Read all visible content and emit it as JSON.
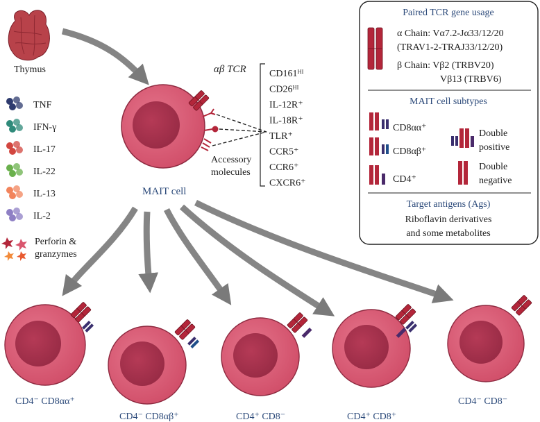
{
  "thymus_label": "Thymus",
  "mait_label": "MAIT cell",
  "tcr_label": "αβ TCR",
  "accessory_label_1": "Accessory",
  "accessory_label_2": "molecules",
  "markers": [
    "CD161ᴴᴵ",
    "CD26ᴴᴵ",
    "IL-12R⁺",
    "IL-18R⁺",
    "TLR⁺",
    "CCR5⁺",
    "CCR6⁺",
    "CXCR6⁺"
  ],
  "legend": [
    {
      "label": "TNF",
      "color": "#2e3b6e"
    },
    {
      "label": "IFN-γ",
      "color": "#2f8a7a"
    },
    {
      "label": "IL-17",
      "color": "#d2463f"
    },
    {
      "label": "IL-22",
      "color": "#6ab04c"
    },
    {
      "label": "IL-13",
      "color": "#f2845c"
    },
    {
      "label": "IL-2",
      "color": "#8e7fc4"
    }
  ],
  "perforin_label_1": "Perforin &",
  "perforin_label_2": "granzymes",
  "box": {
    "title_tcr": "Paired TCR gene usage",
    "alpha_line1": "α Chain: Vα7.2-Jα33/12/20",
    "alpha_line2": "(TRAV1-2-TRAJ33/12/20)",
    "beta_line1": "β Chain: Vβ2 (TRBV20)",
    "beta_line2": "Vβ13 (TRBV6)",
    "title_subtypes": "MAIT cell subtypes",
    "sub_cd8aa": "CD8αα⁺",
    "sub_cd8ab": "CD8αβ⁺",
    "sub_cd4": "CD4⁺",
    "sub_dp_1": "Double",
    "sub_dp_2": "positive",
    "sub_dn_1": "Double",
    "sub_dn_2": "negative",
    "title_ags": "Target antigens (Ags)",
    "ags_line1": "Riboflavin derivatives",
    "ags_line2": "and some metabolites"
  },
  "subsets": [
    "CD4⁻ CD8αα⁺",
    "CD4⁻ CD8αβ⁺",
    "CD4⁺ CD8⁻",
    "CD4⁺ CD8⁺",
    "CD4⁻ CD8⁻"
  ],
  "colors": {
    "cell_outer": "#d9566e",
    "cell_inner": "#a8324c",
    "receptor": "#b3263a",
    "cd8": "#3a2f6e",
    "cd4": "#4a2a6a",
    "arrow": "#858585",
    "title_blue": "#2c4a7a"
  }
}
